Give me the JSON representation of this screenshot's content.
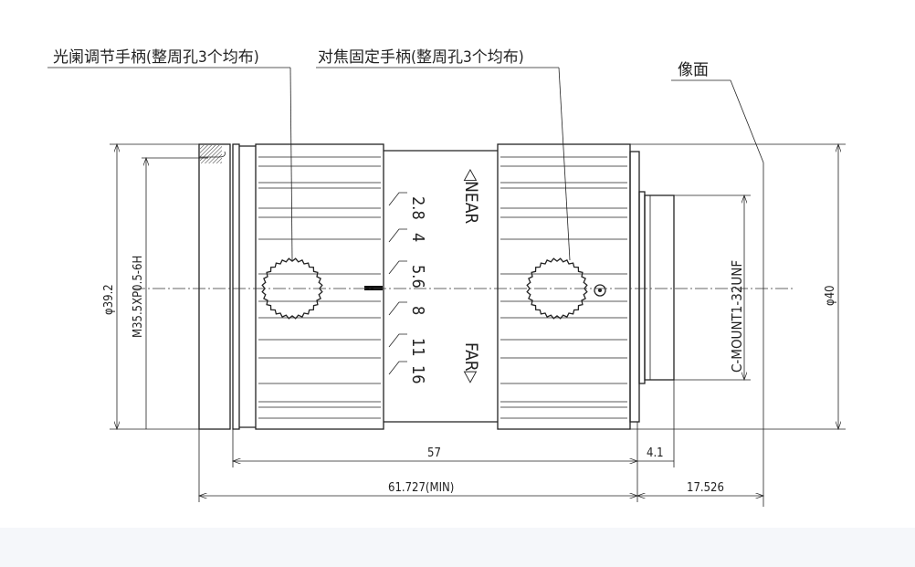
{
  "labels": {
    "aperture_handle": "光阑调节手柄(整周孔3个均布)",
    "focus_handle": "对焦固定手柄(整周孔3个均布)",
    "image_plane": "像面"
  },
  "markings": {
    "near": "◁NEAR",
    "far": "FAR▷",
    "f_stops": [
      "2.8",
      "4",
      "5.6",
      "8",
      "11",
      "16"
    ]
  },
  "dimensions": {
    "front_diameter": "φ39.2",
    "front_thread": "M35.5XP0.5-6H",
    "body_diameter": "φ40",
    "mount_thread": "C-MOUNT1-32UNF",
    "body_length": "57",
    "mount_length": "4.1",
    "total_length": "61.727(MIN)",
    "flange_distance": "17.526"
  }
}
